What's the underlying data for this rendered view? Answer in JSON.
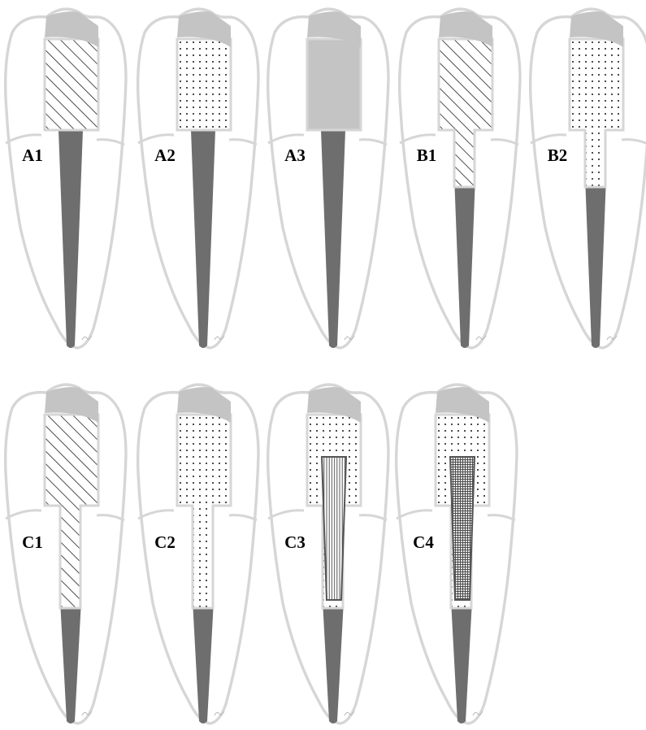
{
  "colors": {
    "outline": "#d6d6d6",
    "enamel": "#c4c4c4",
    "gutta_percha": "#6e6e6e",
    "hatch": "#222222",
    "dots": "#1a1a1a",
    "post_outline": "#555555",
    "background": "#ffffff"
  },
  "teeth": [
    {
      "id": "A1",
      "label": "A1",
      "fill": "hatch",
      "depth": "crown",
      "post": "none"
    },
    {
      "id": "A2",
      "label": "A2",
      "fill": "dots",
      "depth": "crown",
      "post": "none"
    },
    {
      "id": "A3",
      "label": "A3",
      "fill": "solid-gray",
      "depth": "crown",
      "post": "none"
    },
    {
      "id": "B1",
      "label": "B1",
      "fill": "hatch",
      "depth": "shallow-root",
      "post": "none"
    },
    {
      "id": "B2",
      "label": "B2",
      "fill": "dots",
      "depth": "shallow-root",
      "post": "none"
    },
    {
      "id": "C1",
      "label": "C1",
      "fill": "hatch",
      "depth": "deep-root",
      "post": "none"
    },
    {
      "id": "C2",
      "label": "C2",
      "fill": "dots",
      "depth": "deep-root",
      "post": "none"
    },
    {
      "id": "C3",
      "label": "C3",
      "fill": "dots",
      "depth": "deep-root",
      "post": "fiber-post-vertical"
    },
    {
      "id": "C4",
      "label": "C4",
      "fill": "dots",
      "depth": "deep-root",
      "post": "fiber-post-mesh"
    }
  ]
}
